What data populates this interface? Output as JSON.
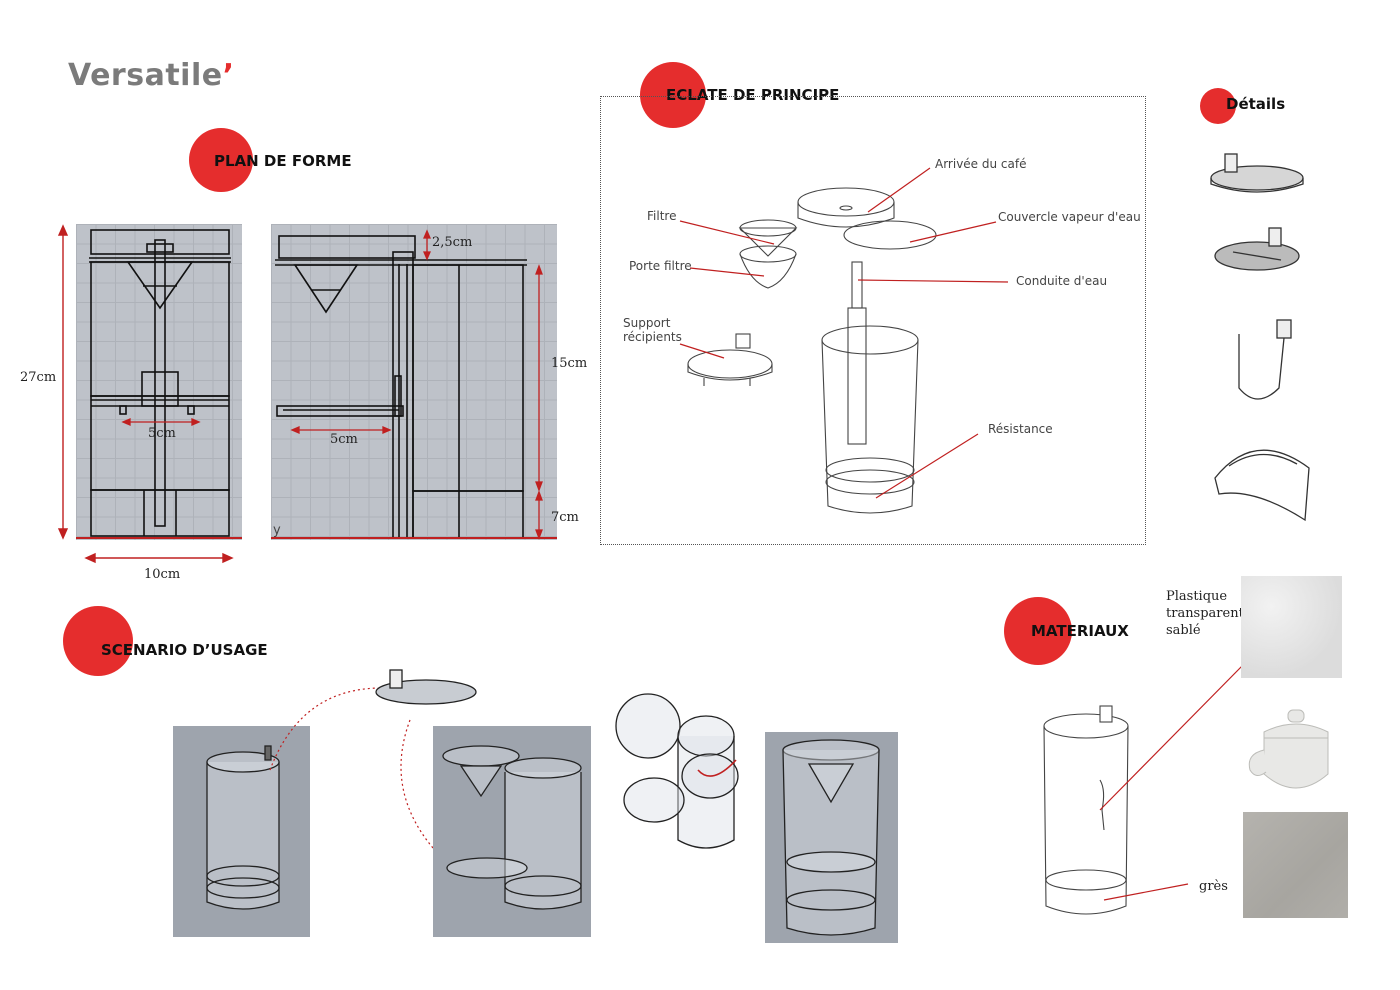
{
  "logo": {
    "text": "Versatile",
    "mark": "’"
  },
  "sections": {
    "plan": "PLAN DE FORME",
    "eclate": "ECLATE DE PRINCIPE",
    "details": "Détails",
    "scenario": "SCENARIO D’USAGE",
    "materiaux": "MATERIAUX"
  },
  "dimensions": {
    "height_total": "27cm",
    "width_total": "10cm",
    "front_inner": "5cm",
    "side_top": "2,5cm",
    "side_upper": "15cm",
    "side_lower": "7cm",
    "side_inner": "5cm",
    "axis_y": "y"
  },
  "eclate_labels": {
    "arrivee": "Arrivée du café",
    "couvercle": "Couvercle vapeur d'eau",
    "filtre": "Filtre",
    "porte_filtre": "Porte filtre",
    "conduite": "Conduite d'eau",
    "support_line1": "Support",
    "support_line2": "récipients",
    "resistance": "Résistance"
  },
  "materials": {
    "plastic_line1": "Plastique",
    "plastic_line2": "transparent",
    "plastic_line3": "sablé",
    "gres": "grès"
  },
  "colors": {
    "accent": "#e52d2d",
    "grid_bg": "#bec2c9",
    "render_bg": "#9ea4ad"
  }
}
